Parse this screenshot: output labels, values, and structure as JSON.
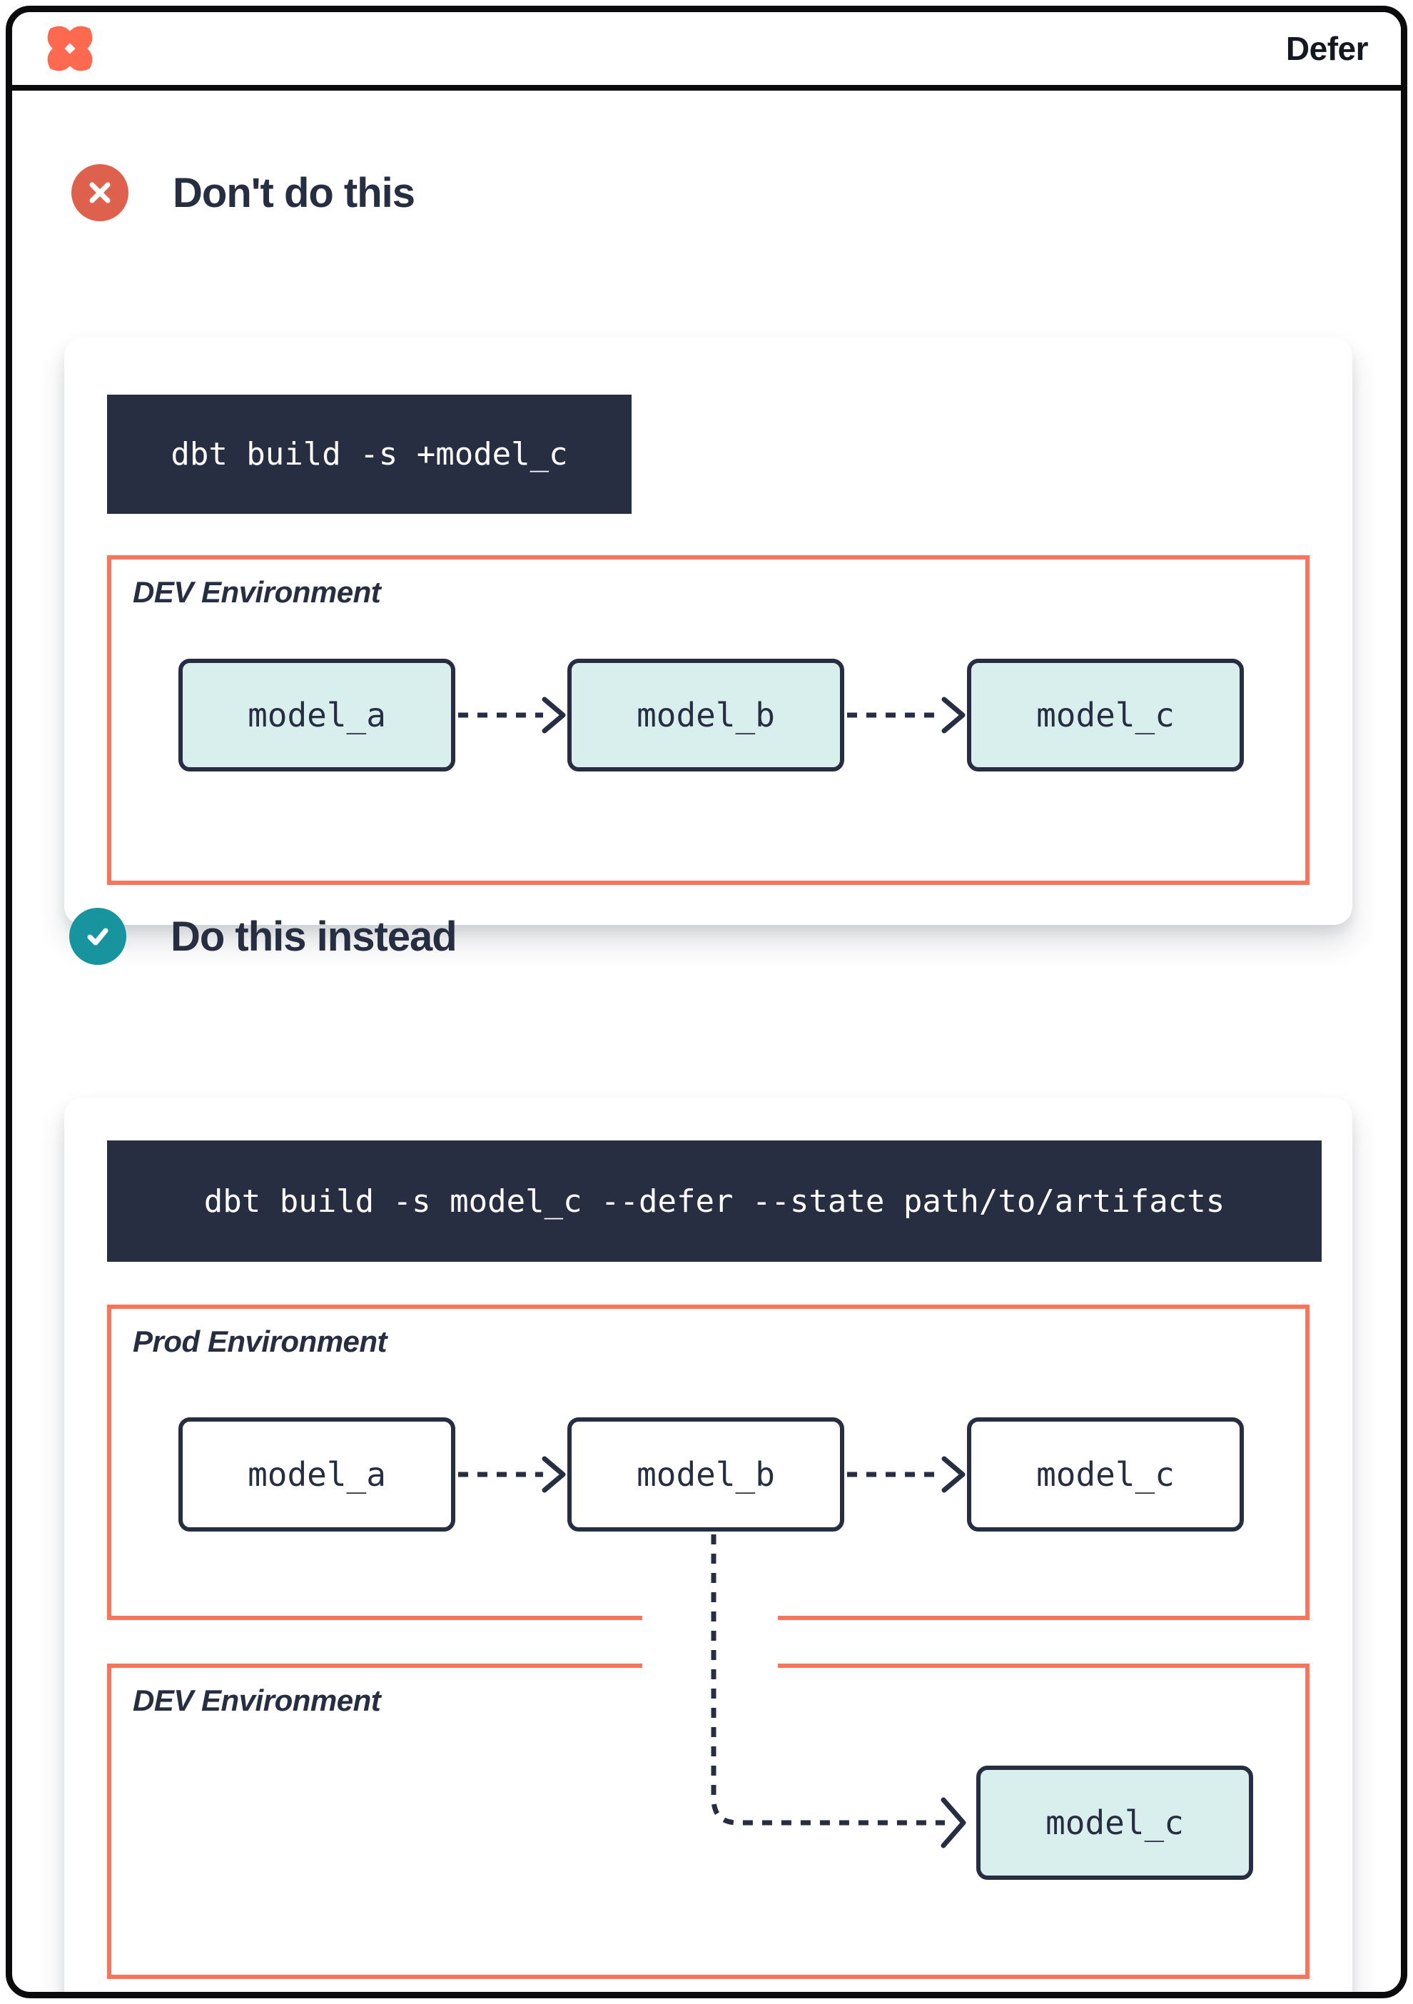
{
  "header": {
    "title": "Defer"
  },
  "icons": {
    "logo": "dbt-logo-star",
    "dont": "x-circle",
    "do": "check-circle",
    "flow": "dashed-arrow-right"
  },
  "colors": {
    "brand_orange": "#FF6950",
    "env_border_orange": "#F8745A",
    "dont_red": "#DE614D",
    "do_teal": "#17949E",
    "navy": "#272E42",
    "model_highlight_fill": "#D9EFEE",
    "frame_border": "#0B0B0E"
  },
  "sections": [
    {
      "id": "dont",
      "heading": "Don't do this",
      "command": "dbt build -s +model_c",
      "environments": [
        {
          "label": "DEV Environment",
          "style": "highlighted",
          "models": [
            "model_a",
            "model_b",
            "model_c"
          ]
        }
      ]
    },
    {
      "id": "do",
      "heading": "Do this instead",
      "command": "dbt build -s model_c --defer --state path/to/artifacts",
      "environments": [
        {
          "label": "Prod Environment",
          "style": "plain",
          "models": [
            "model_a",
            "model_b",
            "model_c"
          ]
        },
        {
          "label": "DEV Environment",
          "style": "highlighted",
          "models": [
            "model_c"
          ]
        }
      ]
    }
  ]
}
